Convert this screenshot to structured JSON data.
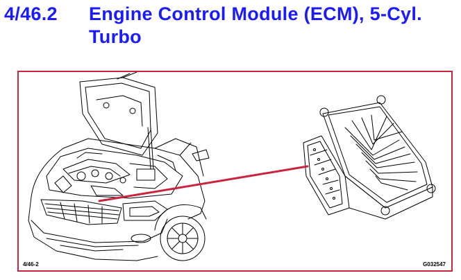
{
  "heading": {
    "number": "4/46.2",
    "title": "Engine Control Module (ECM), 5-Cyl.\nTurbo"
  },
  "figure": {
    "label_left": "4/46-2",
    "label_right": "G032547",
    "callout_color": "#c8243c"
  },
  "colors": {
    "heading": "#1a1aff",
    "frame": "#c8243c",
    "drawing": "#000000"
  }
}
